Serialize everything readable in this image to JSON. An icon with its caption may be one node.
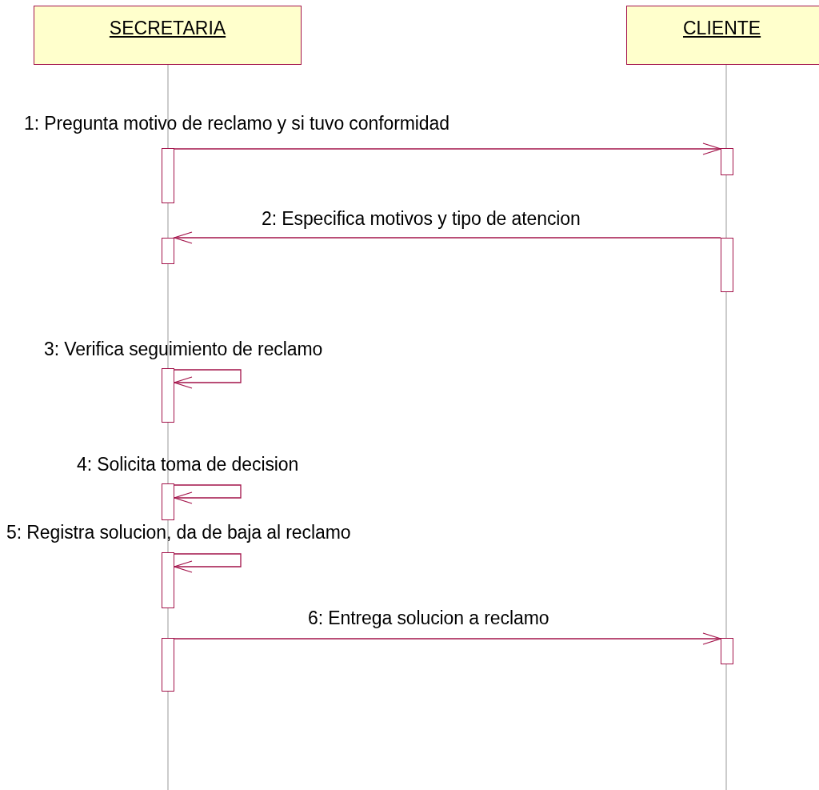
{
  "diagram": {
    "nodes": [
      {
        "text": [
          "SECRETARIA"
        ]
      },
      {
        "text": [
          "CLIENTE"
        ]
      },
      {
        "text": [],
        "shape": "bar"
      },
      {
        "text": [],
        "shape": "bar"
      },
      {
        "text": [],
        "shape": "bar"
      },
      {
        "text": [],
        "shape": "bar"
      },
      {
        "text": [],
        "shape": "bar"
      },
      {
        "text": [],
        "shape": "bar"
      },
      {
        "text": [],
        "shape": "bar"
      },
      {
        "text": [],
        "shape": "bar"
      },
      {
        "text": [],
        "shape": "bar"
      }
    ],
    "edges": [
      {
        "from": 2,
        "to": 3,
        "arrow": "to",
        "label": "1: Pregunta motivo de reclamo y si tuvo conformidad"
      },
      {
        "from": 5,
        "to": 4,
        "arrow": "to",
        "label": "2: Especifica motivos y tipo de atencion"
      },
      {
        "from": 6,
        "to": 6,
        "arrow": "to",
        "label": "3: Verifica seguimiento de reclamo"
      },
      {
        "from": 7,
        "to": 7,
        "arrow": "to",
        "label": "4: Solicita toma de decision"
      },
      {
        "from": 8,
        "to": 8,
        "arrow": "to",
        "label": "5: Registra solucion, da de baja al reclamo"
      },
      {
        "from": 9,
        "to": 10,
        "arrow": "to",
        "label": "6: Entrega solucion a reclamo"
      }
    ]
  }
}
